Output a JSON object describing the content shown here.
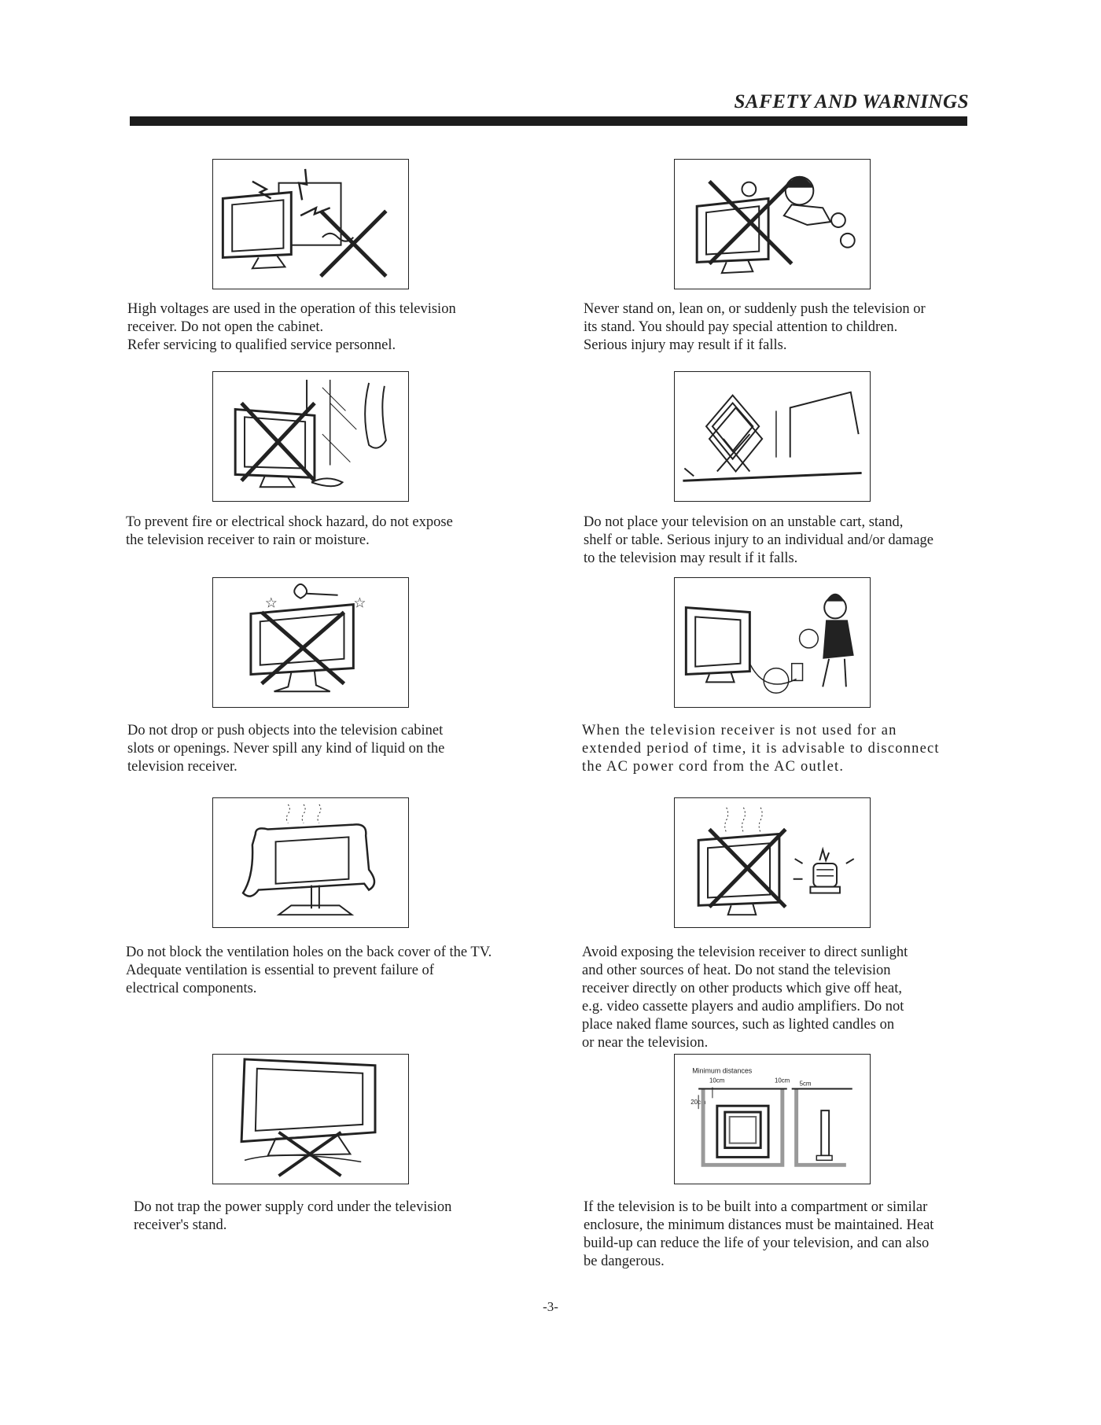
{
  "header": {
    "title": "SAFETY AND WARNINGS"
  },
  "illustrations": {
    "min_distances": {
      "title": "Minimum distances",
      "d1": "10cm",
      "d2": "10cm",
      "d3": "5cm",
      "d4": "20cm"
    }
  },
  "warnings": [
    {
      "text": "High voltages are used in the operation of this television\nreceiver. Do not open the cabinet.\nRefer servicing to qualified service personnel.",
      "icon": "high-voltage-icon"
    },
    {
      "text": "Never stand on, lean on, or suddenly push the television or\nits stand. You should pay special attention to children.\nSerious injury may result if it  falls.",
      "icon": "child-pushing-tv-icon"
    },
    {
      "text": "To prevent fire or electrical shock hazard, do not expose\nthe television receiver to rain or moisture.",
      "icon": "rain-moisture-icon"
    },
    {
      "text": "Do not place your television on an unstable cart, stand,\nshelf or table. Serious injury to an individual and/or damage\nto the television may result if it falls.",
      "icon": "unstable-stand-icon"
    },
    {
      "text": "Do not drop or push objects into the television cabinet\nslots or openings. Never spill any kind of liquid on the\ntelevision receiver.",
      "icon": "objects-liquid-icon"
    },
    {
      "text": "When the television receiver is not used for an\nextended period of  time, it is advisable to disconnect\nthe AC power cord from the AC outlet.",
      "icon": "unplug-power-cord-icon"
    },
    {
      "text": "Do not block the ventilation holes on the back cover of the TV.\nAdequate ventilation is essential to prevent failure of\nelectrical components.",
      "icon": "covered-tv-icon"
    },
    {
      "text": "Avoid exposing the television receiver to direct sunlight\nand other sources of heat. Do not stand the television\nreceiver directly on other products which give off heat,\ne.g. video cassette players and audio amplifiers. Do not\nplace naked flame sources, such as lighted candles on\nor near  the television.",
      "icon": "heat-source-icon"
    },
    {
      "text": "Do not trap the power supply cord under the television\nreceiver's stand.",
      "icon": "trapped-cord-icon"
    },
    {
      "text": "If the television is to be built into a compartment or similar\nenclosure, the minimum distances must be maintained. Heat\nbuild-up can reduce the life of your television, and can also\nbe dangerous.",
      "icon": "minimum-distances-icon"
    }
  ],
  "footer": {
    "page_number": "-3-"
  }
}
